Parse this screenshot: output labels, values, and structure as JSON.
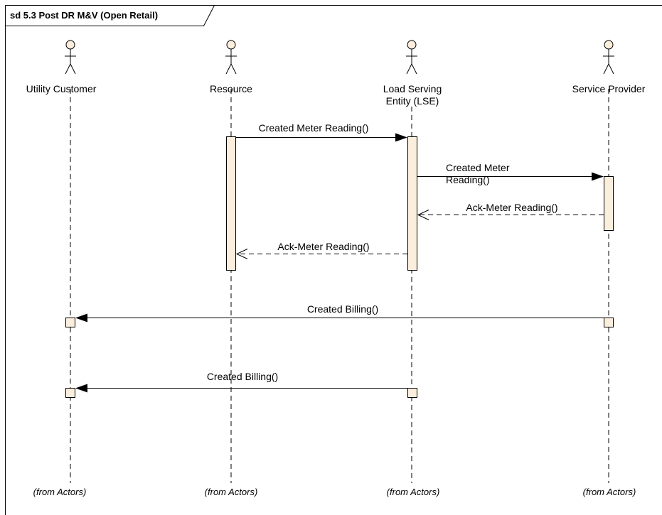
{
  "frame": {
    "title": "sd 5.3 Post DR M&V (Open Retail)"
  },
  "lifelines": [
    {
      "id": "utility-customer",
      "name": "Utility Customer",
      "from": "(from Actors)"
    },
    {
      "id": "resource",
      "name": "Resource",
      "from": "(from Actors)"
    },
    {
      "id": "lse",
      "name": "Load Serving Entity (LSE)",
      "from": "(from Actors)"
    },
    {
      "id": "service-provider",
      "name": "Service Provider",
      "from": "(from Actors)"
    }
  ],
  "messages": [
    {
      "label": "Created Meter Reading()",
      "type": "sync"
    },
    {
      "label": "Created Meter Reading()",
      "type": "sync"
    },
    {
      "label": "Ack-Meter Reading()",
      "type": "return"
    },
    {
      "label": "Ack-Meter Reading()",
      "type": "return"
    },
    {
      "label": "Created Billing()",
      "type": "sync"
    },
    {
      "label": "Created Billing()",
      "type": "sync"
    }
  ],
  "colors": {
    "activation_fill": "#fbeedd",
    "line": "#000000",
    "background": "#ffffff"
  }
}
